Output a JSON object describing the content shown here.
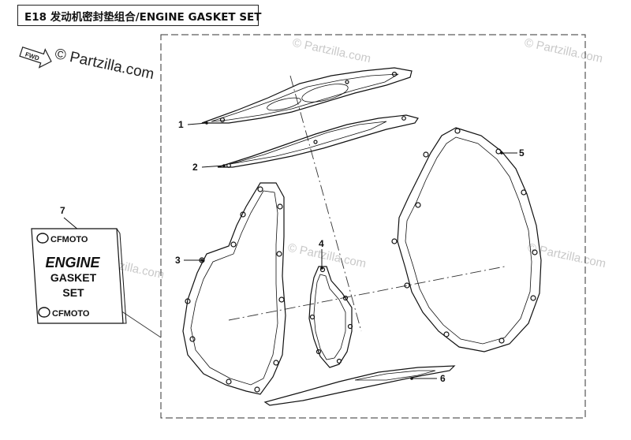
{
  "diagram": {
    "title": "E18 发动机密封垫组合/ENGINE GASKET SET",
    "watermark": "© Partzilla.com",
    "fwd_label": "FWD",
    "callouts": [
      "1",
      "2",
      "3",
      "4",
      "5",
      "6",
      "7"
    ],
    "package": {
      "brand": "CFMOTO",
      "line1": "ENGINE",
      "line2": "GASKET",
      "line3": "SET"
    }
  }
}
